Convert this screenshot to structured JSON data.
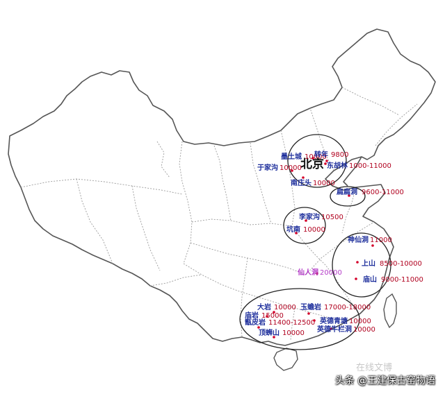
{
  "map": {
    "capital_label": "北京",
    "watermark": "在线文博",
    "credit": "头条 @王建保古窑物语",
    "colors": {
      "label_blue": "#1e2f9c",
      "date_red": "#b0001e",
      "label_purple": "#b43cc8",
      "dot_red": "#d4002a"
    },
    "sites": [
      {
        "name": "墨土城",
        "date": "10000"
      },
      {
        "name": "转年",
        "date": "9800"
      },
      {
        "name": "东胡林",
        "date": "1000-11000"
      },
      {
        "name": "于家沟",
        "date": "10000"
      },
      {
        "name": "南庄头",
        "date": "10000"
      },
      {
        "name": "扁扁洞",
        "date": "9600-11000"
      },
      {
        "name": "李家沟",
        "date": "10500"
      },
      {
        "name": "坑南",
        "date": "10000"
      },
      {
        "name": "神仙洞",
        "date": "11000"
      },
      {
        "name": "上山",
        "date": "8500-10000"
      },
      {
        "name": "仙人洞",
        "date": "20000"
      },
      {
        "name": "庙山",
        "date": "9000-11000"
      },
      {
        "name": "大岩",
        "date": "10000"
      },
      {
        "name": "玉蟾岩",
        "date": "17000-18000"
      },
      {
        "name": "庙岩",
        "date": "15000"
      },
      {
        "name": "甑皮岩",
        "date": "11400-12500"
      },
      {
        "name": "英德青塘",
        "date": "10000"
      },
      {
        "name": "英德牛栏洞",
        "date": "10000"
      },
      {
        "name": "顶蛳山",
        "date": "10000"
      }
    ]
  }
}
